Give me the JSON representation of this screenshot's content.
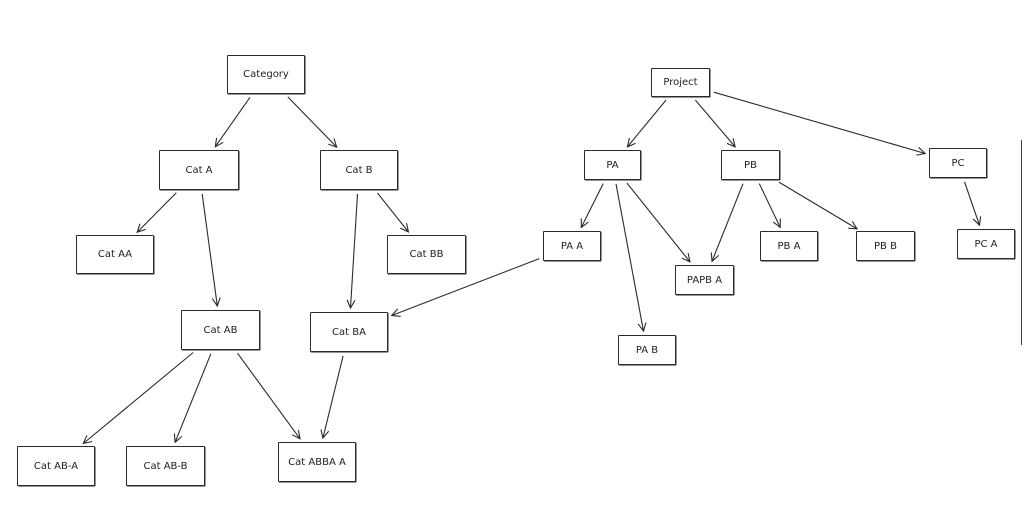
{
  "diagram": {
    "nodes": [
      {
        "id": "category",
        "label": "Category"
      },
      {
        "id": "cat-a",
        "label": "Cat A"
      },
      {
        "id": "cat-b",
        "label": "Cat B"
      },
      {
        "id": "cat-aa",
        "label": "Cat AA"
      },
      {
        "id": "cat-bb",
        "label": "Cat BB"
      },
      {
        "id": "cat-ab",
        "label": "Cat AB"
      },
      {
        "id": "cat-ba",
        "label": "Cat BA"
      },
      {
        "id": "cat-ab-a",
        "label": "Cat AB-A"
      },
      {
        "id": "cat-ab-b",
        "label": "Cat AB-B"
      },
      {
        "id": "cat-abba-a",
        "label": "Cat ABBA A"
      },
      {
        "id": "project",
        "label": "Project"
      },
      {
        "id": "pa",
        "label": "PA"
      },
      {
        "id": "pb",
        "label": "PB"
      },
      {
        "id": "pc",
        "label": "PC"
      },
      {
        "id": "pa-a",
        "label": "PA A"
      },
      {
        "id": "papb-a",
        "label": "PAPB A"
      },
      {
        "id": "pb-a",
        "label": "PB A"
      },
      {
        "id": "pb-b",
        "label": "PB B"
      },
      {
        "id": "pc-a",
        "label": "PC A"
      },
      {
        "id": "pa-b",
        "label": "PA B"
      }
    ],
    "edges": [
      {
        "from": "category",
        "to": "cat-a"
      },
      {
        "from": "category",
        "to": "cat-b"
      },
      {
        "from": "cat-a",
        "to": "cat-aa"
      },
      {
        "from": "cat-a",
        "to": "cat-ab"
      },
      {
        "from": "cat-b",
        "to": "cat-bb"
      },
      {
        "from": "cat-b",
        "to": "cat-ba"
      },
      {
        "from": "cat-ab",
        "to": "cat-ab-a"
      },
      {
        "from": "cat-ab",
        "to": "cat-ab-b"
      },
      {
        "from": "cat-ab",
        "to": "cat-abba-a"
      },
      {
        "from": "cat-ba",
        "to": "cat-abba-a"
      },
      {
        "from": "project",
        "to": "pa"
      },
      {
        "from": "project",
        "to": "pb"
      },
      {
        "from": "project",
        "to": "pc"
      },
      {
        "from": "pa",
        "to": "pa-a"
      },
      {
        "from": "pa",
        "to": "papb-a"
      },
      {
        "from": "pa",
        "to": "pa-b"
      },
      {
        "from": "pb",
        "to": "papb-a"
      },
      {
        "from": "pb",
        "to": "pb-a"
      },
      {
        "from": "pb",
        "to": "pb-b"
      },
      {
        "from": "pc",
        "to": "pc-a"
      },
      {
        "from": "pa-a",
        "to": "cat-ba"
      }
    ]
  }
}
